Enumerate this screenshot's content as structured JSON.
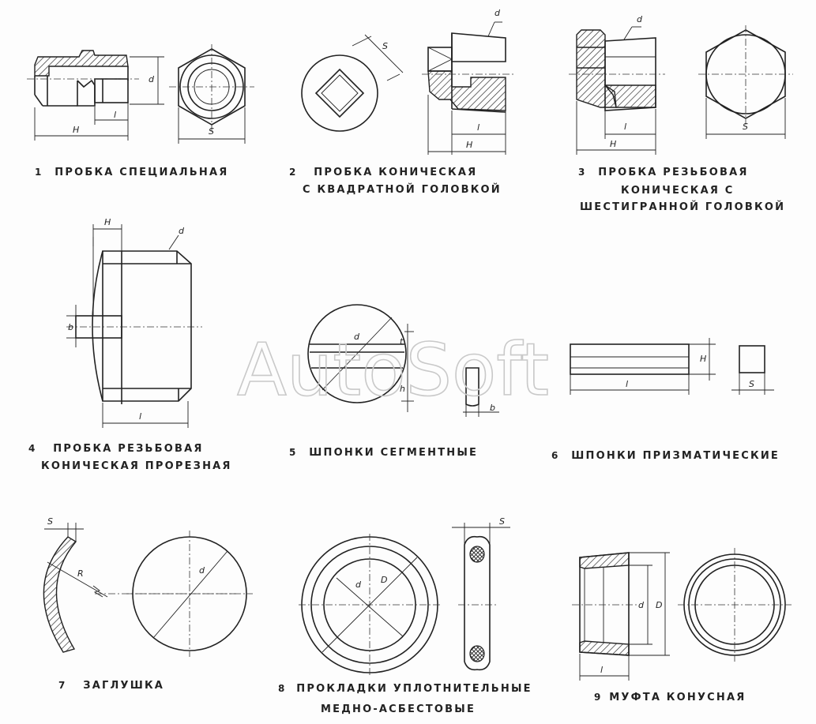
{
  "watermark": "AutoSoft",
  "colors": {
    "ink": "#222222",
    "paper": "#fdfdfd",
    "watermark": "#c9c9c9"
  },
  "figures": [
    {
      "number": "1",
      "caption": [
        "ПРОБКА  СПЕЦИАЛЬНАЯ"
      ],
      "dims": [
        "d",
        "H",
        "l",
        "S"
      ]
    },
    {
      "number": "2",
      "caption": [
        "ПРОБКА  КОНИЧЕСКАЯ",
        "С  КВАДРАТНОЙ  ГОЛОВКОЙ"
      ],
      "dims": [
        "S",
        "d",
        "l",
        "H"
      ]
    },
    {
      "number": "3",
      "caption": [
        "ПРОБКА  РЕЗЬБОВАЯ",
        "КОНИЧЕСКАЯ  С",
        "ШЕСТИГРАННОЙ  ГОЛОВКОЙ"
      ],
      "dims": [
        "d",
        "l",
        "H",
        "S"
      ]
    },
    {
      "number": "4",
      "caption": [
        "ПРОБКА  РЕЗЬБОВАЯ",
        "КОНИЧЕСКАЯ  ПРОРЕЗНАЯ"
      ],
      "dims": [
        "H",
        "d",
        "b",
        "l"
      ]
    },
    {
      "number": "5",
      "caption": [
        "ШПОНКИ  СЕГМЕНТНЫЕ"
      ],
      "dims": [
        "d",
        "t",
        "h",
        "b"
      ]
    },
    {
      "number": "6",
      "caption": [
        "ШПОНКИ  ПРИЗМАТИЧЕСКИЕ"
      ],
      "dims": [
        "H",
        "l",
        "S"
      ]
    },
    {
      "number": "7",
      "caption": [
        "ЗАГЛУШКА"
      ],
      "dims": [
        "S",
        "R",
        "d"
      ]
    },
    {
      "number": "8",
      "caption": [
        "ПРОКЛАДКИ  УПЛОТНИТЕЛЬНЫЕ",
        "МЕДНО-АСБЕСТОВЫЕ"
      ],
      "dims": [
        "d",
        "D",
        "S"
      ]
    },
    {
      "number": "9",
      "caption": [
        "МУФТА  КОНУСНАЯ"
      ],
      "dims": [
        "d",
        "D",
        "l"
      ]
    }
  ]
}
